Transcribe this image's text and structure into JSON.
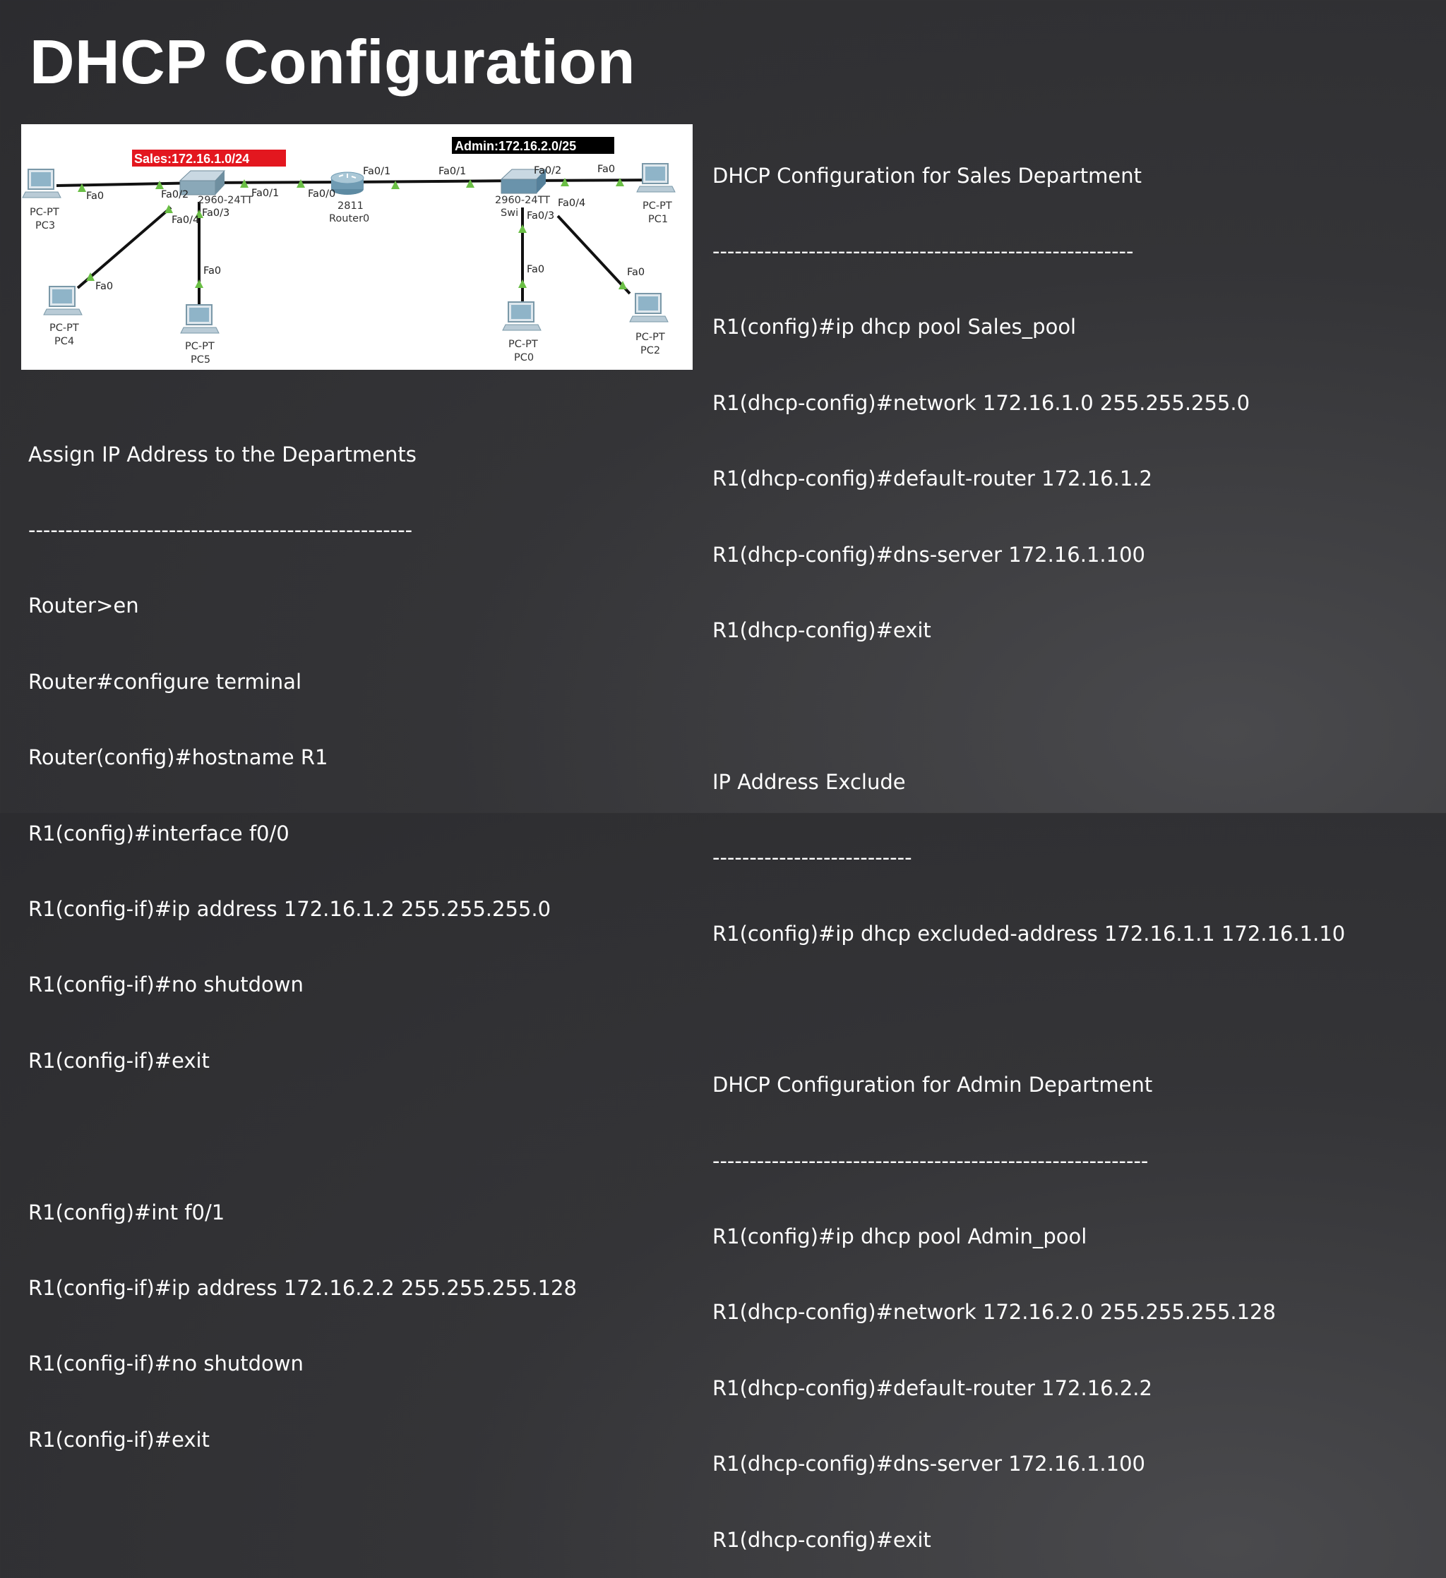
{
  "slide": {
    "title": "DHCP Configuration"
  },
  "topology": {
    "sales_tag": "Sales:172.16.1.0/24",
    "admin_tag": "Admin:172.16.2.0/25",
    "sales_tag_color": "#e3171f",
    "admin_tag_color": "#000000",
    "router": {
      "model": "2811",
      "name": "Router0"
    },
    "switch_left": {
      "model": "2960-24TT",
      "port_labels": [
        "Fa0/2",
        "Fa0/1",
        "Fa0/4",
        "Fa0/3"
      ]
    },
    "switch_right": {
      "model": "2960-24TT",
      "name_fragment": "Swi",
      "port_labels": [
        "Fa0/2",
        "Fa0/4",
        "Fa0/3"
      ]
    },
    "router_ports": [
      "Fa0/0",
      "Fa0/1"
    ],
    "right_uplink_label": "Fa0/1",
    "pc_type": "PC-PT",
    "pc_port": "Fa0",
    "pcs": [
      "PC3",
      "PC4",
      "PC5",
      "PC0",
      "PC1",
      "PC2"
    ],
    "link_up_color": "#6abf45"
  },
  "left_block": {
    "heading": "Assign IP Address to the Departments",
    "divider": "----------------------------------------------------",
    "lines": [
      "Router>en",
      "Router#configure terminal",
      "Router(config)#hostname R1",
      "R1(config)#interface f0/0",
      "R1(config-if)#ip address 172.16.1.2 255.255.255.0",
      "R1(config-if)#no shutdown",
      "R1(config-if)#exit",
      "",
      "R1(config)#int f0/1",
      "R1(config-if)#ip address 172.16.2.2 255.255.255.128",
      "R1(config-if)#no shutdown",
      "R1(config-if)#exit"
    ]
  },
  "right_block": {
    "sales": {
      "heading": "DHCP Configuration for Sales Department",
      "divider": "---------------------------------------------------------",
      "lines": [
        "R1(config)#ip dhcp pool Sales_pool",
        "R1(dhcp-config)#network 172.16.1.0 255.255.255.0",
        "R1(dhcp-config)#default-router 172.16.1.2",
        "R1(dhcp-config)#dns-server 172.16.1.100",
        "R1(dhcp-config)#exit"
      ]
    },
    "exclude": {
      "heading": "IP Address Exclude",
      "divider": "---------------------------",
      "lines": [
        "R1(config)#ip dhcp excluded-address 172.16.1.1 172.16.1.10"
      ]
    },
    "admin": {
      "heading": "DHCP Configuration for Admin Department",
      "divider": "-----------------------------------------------------------",
      "lines": [
        "R1(config)#ip dhcp pool Admin_pool",
        "R1(dhcp-config)#network 172.16.2.0 255.255.255.128",
        "R1(dhcp-config)#default-router 172.16.2.2",
        "R1(dhcp-config)#dns-server 172.16.1.100",
        "R1(dhcp-config)#exit"
      ]
    }
  }
}
